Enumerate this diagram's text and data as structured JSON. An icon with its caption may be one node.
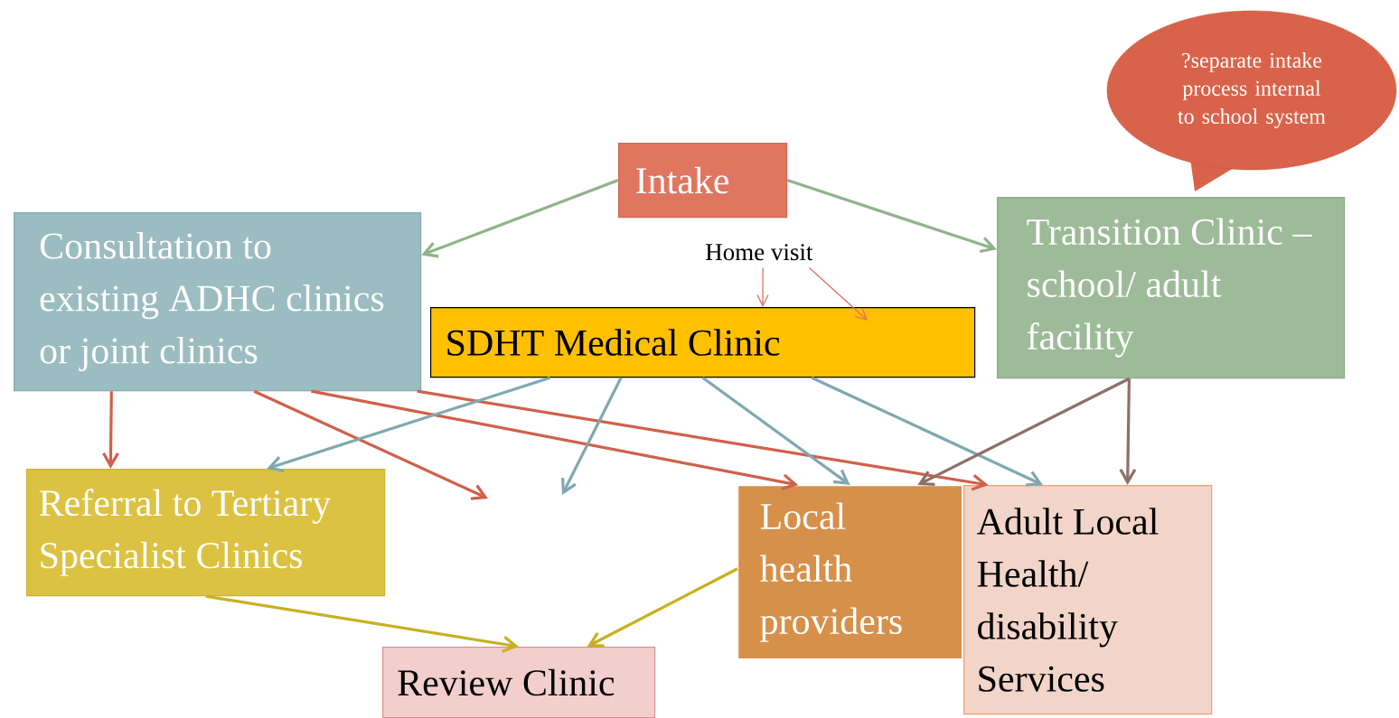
{
  "diagram": {
    "nodes": [
      {
        "text": [
          "?separate intake process internal to school system"
        ]
      },
      {
        "text": [
          "Intake"
        ]
      },
      {
        "text": [
          "Consultation to existing ADHC clinics or joint clinics"
        ]
      },
      {
        "text": [
          "Home visit"
        ]
      },
      {
        "text": [
          "Transition Clinic – school/ adult facility"
        ]
      },
      {
        "text": [
          "SDHT Medical Clinic"
        ]
      },
      {
        "text": [
          "Referral to Tertiary Specialist Clinics"
        ]
      },
      {
        "text": [
          "Local health providers"
        ]
      },
      {
        "text": [
          "Adult Local Health/ disability Services"
        ]
      },
      {
        "text": [
          "Review Clinic"
        ]
      }
    ],
    "edges": [
      {
        "from": 1,
        "to": 2,
        "arrow": "to",
        "color": "#8fb48a"
      },
      {
        "from": 1,
        "to": 4,
        "arrow": "to",
        "color": "#8fb48a"
      },
      {
        "from": 3,
        "to": 5,
        "arrow": "to",
        "color": "#e07060"
      },
      {
        "from": 3,
        "to": 5,
        "arrow": "to",
        "color": "#e07060"
      },
      {
        "from": 2,
        "to": 6,
        "arrow": "to",
        "color": "#d0604a"
      },
      {
        "from": 2,
        "to": null,
        "arrow": "to",
        "color": "#d0604a"
      },
      {
        "from": 2,
        "to": 7,
        "arrow": "to",
        "color": "#d0604a"
      },
      {
        "from": 2,
        "to": 8,
        "arrow": "to",
        "color": "#d0604a"
      },
      {
        "from": 5,
        "to": 6,
        "arrow": "to",
        "color": "#7fa8b0"
      },
      {
        "from": 5,
        "to": null,
        "arrow": "to",
        "color": "#7fa8b0"
      },
      {
        "from": 5,
        "to": 7,
        "arrow": "to",
        "color": "#7fa8b0"
      },
      {
        "from": 5,
        "to": 8,
        "arrow": "to",
        "color": "#7fa8b0"
      },
      {
        "from": 4,
        "to": 7,
        "arrow": "to",
        "color": "#8c7068"
      },
      {
        "from": 4,
        "to": 8,
        "arrow": "to",
        "color": "#8c7068"
      },
      {
        "from": 6,
        "to": 9,
        "arrow": "to",
        "color": "#c8b020"
      },
      {
        "from": 7,
        "to": 9,
        "arrow": "to",
        "color": "#c8b020"
      }
    ]
  }
}
